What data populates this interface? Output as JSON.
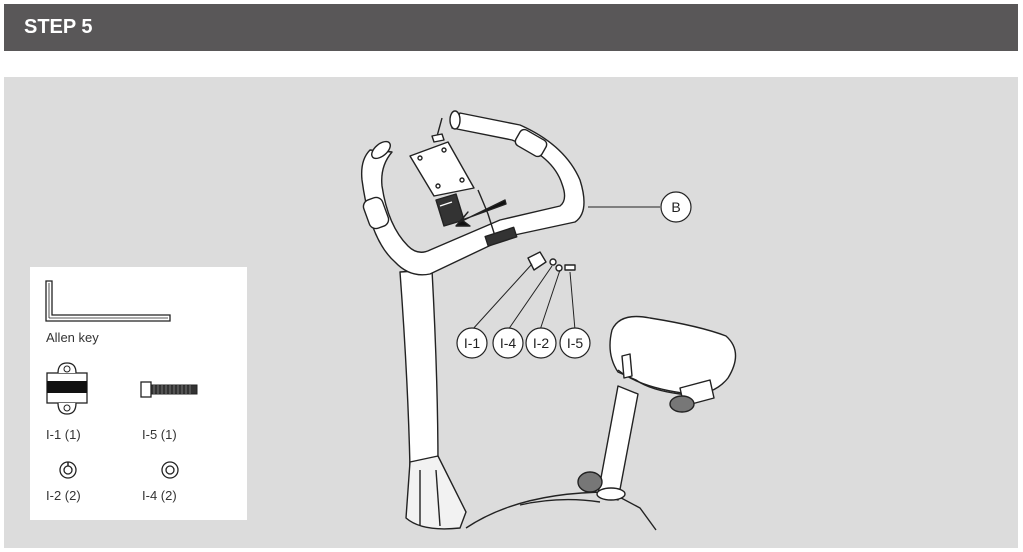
{
  "header": {
    "title": "STEP 5"
  },
  "parts_box": {
    "allen_key_label": "Allen key",
    "i1_label": "I-1 (1)",
    "i5_label": "I-5 (1)",
    "i2_label": "I-2 (2)",
    "i4_label": "I-4 (2)"
  },
  "callouts": {
    "b": "B",
    "i1": "I-1",
    "i4": "I-4",
    "i2": "I-2",
    "i5": "I-5"
  },
  "colors": {
    "header_bg": "#595758",
    "panel_bg": "#dcdcdc",
    "box_bg": "#ffffff"
  }
}
